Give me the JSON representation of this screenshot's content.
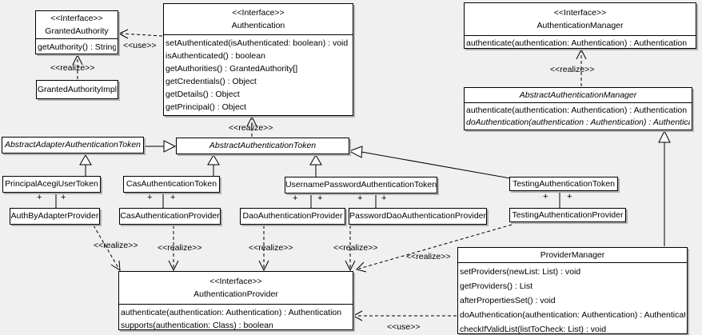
{
  "diagram_type": "uml-class-diagram",
  "colors": {
    "background": "#f0f0f0",
    "box_fill": "#ffffff",
    "line": "#000000"
  },
  "labels": {
    "use": "<<use>>",
    "realize": "<<realize>>",
    "plus": "+"
  },
  "classes": {
    "granted_authority": {
      "stereotype": "<<Interface>>",
      "name": "GrantedAuthority",
      "methods": [
        "getAuthority() : String"
      ]
    },
    "granted_authority_impl": {
      "name": "GrantedAuthorityImpl"
    },
    "authentication": {
      "stereotype": "<<Interface>>",
      "name": "Authentication",
      "methods": [
        "setAuthenticated(isAuthenticated: boolean) : void",
        "isAuthenticated() : boolean",
        "getAuthorities() : GrantedAuthority[]",
        "getCredentials() : Object",
        "getDetails() : Object",
        "getPrincipal() : Object"
      ]
    },
    "authentication_manager": {
      "stereotype": "<<Interface>>",
      "name": "AuthenticationManager",
      "methods": [
        "authenticate(authentication: Authentication) : Authentication"
      ]
    },
    "abstract_authentication_manager": {
      "name": "AbstractAuthenticationManager",
      "methods": [
        "authenticate(authentication: Authentication) : Authentication",
        "doAuthentication(authentication : Authentication) : Authentication"
      ]
    },
    "abstract_adapter_authentication_token": {
      "name": "AbstractAdapterAuthenticationToken"
    },
    "abstract_authentication_token": {
      "name": "AbstractAuthenticationToken"
    },
    "principal_acegi_user_token": {
      "name": "PrincipalAcegiUserToken"
    },
    "cas_authentication_token": {
      "name": "CasAuthenticationToken"
    },
    "username_password_authentication_token": {
      "name": "UsernamePasswordAuthenticationToken"
    },
    "testing_authentication_token": {
      "name": "TestingAuthenticationToken"
    },
    "auth_by_adapter_provider": {
      "name": "AuthByAdapterProvider"
    },
    "cas_authentication_provider": {
      "name": "CasAuthenticationProvider"
    },
    "dao_authentication_provider": {
      "name": "DaoAuthenticationProvider"
    },
    "password_dao_authentication_provider": {
      "name": "PasswordDaoAuthenticationProvider"
    },
    "testing_authentication_provider": {
      "name": "TestingAuthenticationProvider"
    },
    "authentication_provider": {
      "stereotype": "<<Interface>>",
      "name": "AuthenticationProvider",
      "methods": [
        "authenticate(authentication: Authentication) : Authentication",
        "supports(authentication: Class) : boolean"
      ]
    },
    "provider_manager": {
      "name": "ProviderManager",
      "methods": [
        "setProviders(newList: List) : void",
        "getProviders() : List",
        "afterPropertiesSet() : void",
        "doAuthentication(authentication: Authentication) : Authentication",
        "checkIfValidList(listToCheck: List) : void"
      ]
    }
  }
}
